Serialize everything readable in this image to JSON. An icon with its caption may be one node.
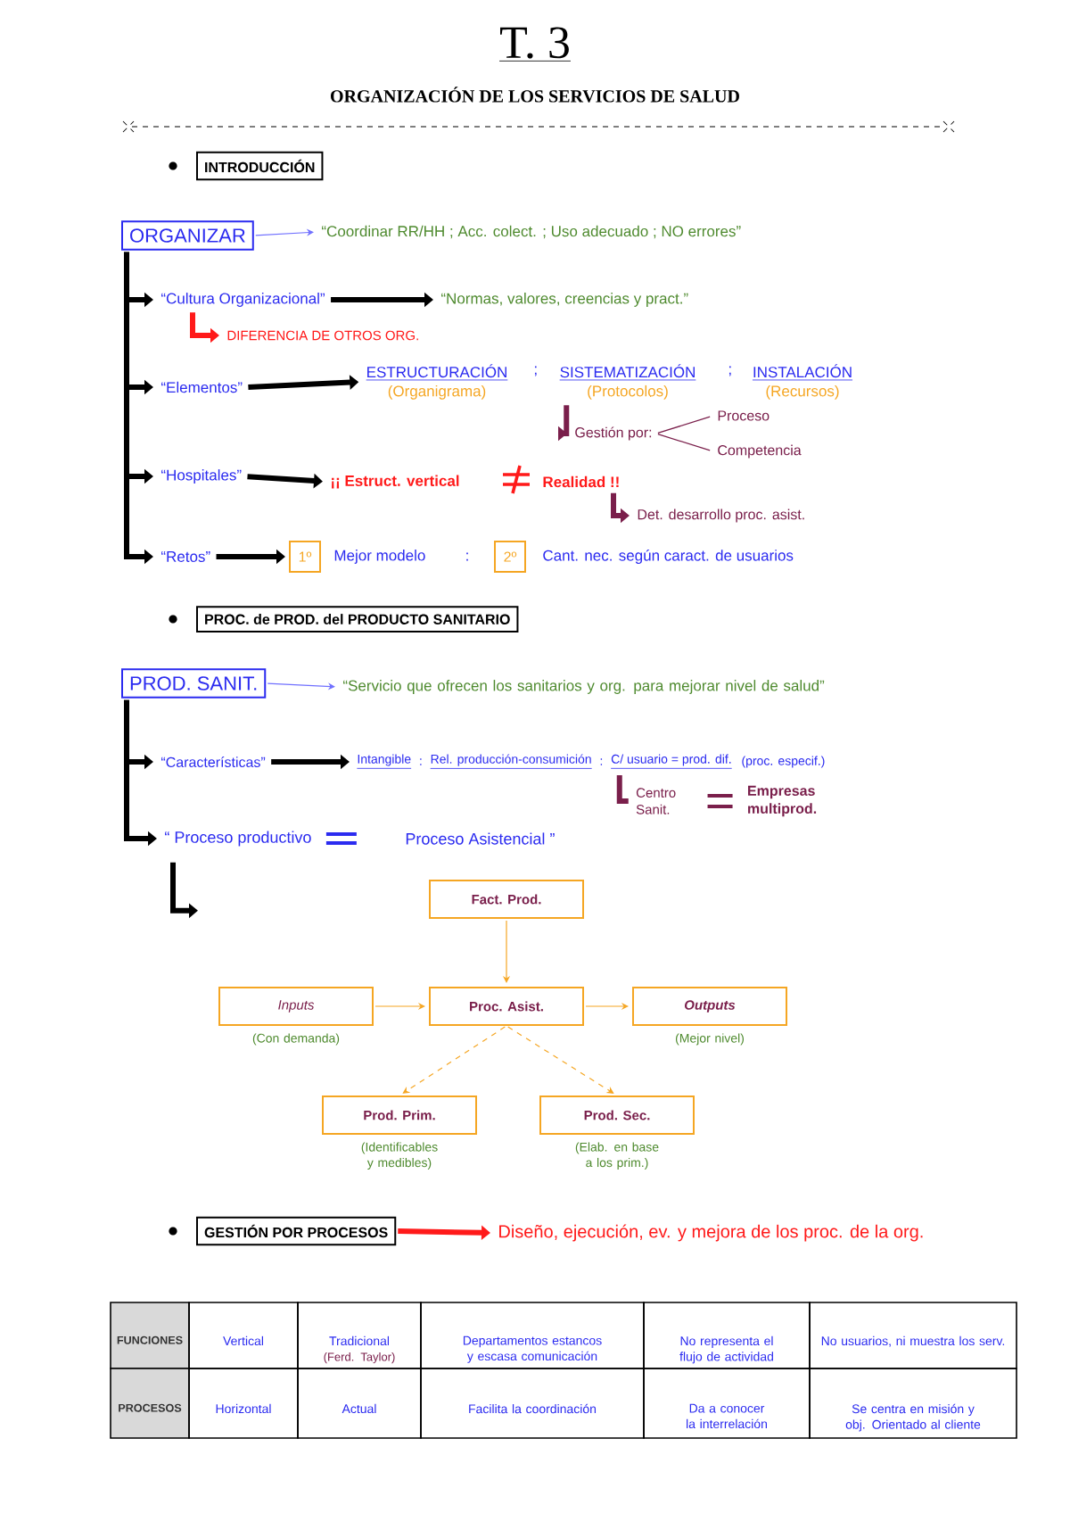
{
  "diagram": {
    "title": "T. 3",
    "nodes": [
      {
        "text": [
          "INTRODUCCIÓN"
        ]
      },
      {
        "text": [
          "ORGANIZAR"
        ]
      },
      {
        "text": [
          "“Coordinar RR/HH  ;  Acc. colect.  ;  Uso adecuado  ;  NO errores”"
        ]
      },
      {
        "text": [
          "“Cultura Organizacional”"
        ]
      },
      {
        "text": [
          "“Normas, valores, creencias y pract.”"
        ]
      },
      {
        "text": [
          "DIFERENCIA DE OTROS ORG."
        ]
      },
      {
        "text": [
          "“Elementos”"
        ]
      },
      {
        "text": [
          "ESTRUCTURACIÓN",
          "(Organigrama)"
        ]
      },
      {
        "text": [
          "SISTEMATIZACIÓN",
          "(Protocolos)"
        ]
      },
      {
        "text": [
          "INSTALACIÓN",
          "(Recursos)"
        ]
      },
      {
        "text": [
          "Gestión por:"
        ]
      },
      {
        "text": [
          "Proceso"
        ]
      },
      {
        "text": [
          "Competencia"
        ]
      },
      {
        "text": [
          "“Hospitales”"
        ]
      },
      {
        "text": [
          "¡¡ Estruct. vertical"
        ]
      },
      {
        "text": [
          "Realidad !!"
        ]
      },
      {
        "text": [
          "Det. desarrollo proc. asist."
        ]
      },
      {
        "text": [
          "“Retos”"
        ]
      },
      {
        "text": [
          "1º"
        ]
      },
      {
        "text": [
          "Mejor modelo"
        ]
      },
      {
        "text": [
          "2º"
        ]
      },
      {
        "text": [
          "Cant. nec. según caract. de usuarios"
        ]
      },
      {
        "text": [
          "PROC. de PROD. del PRODUCTO SANITARIO"
        ]
      },
      {
        "text": [
          "PROD. SANIT."
        ]
      },
      {
        "text": [
          "“Servicio que ofrecen los sanitarios y org. para mejorar nivel de salud”"
        ]
      },
      {
        "text": [
          "“Características”"
        ]
      },
      {
        "text": [
          "Intangible"
        ]
      },
      {
        "text": [
          "Rel. producción-consumición"
        ]
      },
      {
        "text": [
          "C/ usuario = prod. dif."
        ],
        "beside": [
          "(proc. especif.)"
        ]
      },
      {
        "text": [
          "Centro Sanit."
        ]
      },
      {
        "text": [
          "Empresas multiprod."
        ]
      },
      {
        "text": [
          "“ Proceso productivo"
        ]
      },
      {
        "text": [
          "Proceso Asistencial ”"
        ]
      },
      {
        "text": [
          "Fact. Prod."
        ]
      },
      {
        "text": [
          "Inputs"
        ],
        "beside": [
          "(Con demanda)"
        ]
      },
      {
        "text": [
          "Proc. Asist."
        ]
      },
      {
        "text": [
          "Outputs"
        ],
        "beside": [
          "(Mejor nivel)"
        ]
      },
      {
        "text": [
          "Prod. Prim."
        ],
        "beside": [
          "(Identificables y medibles)"
        ]
      },
      {
        "text": [
          "Prod. Sec."
        ],
        "beside": [
          "(Elab. en base a los prim.)"
        ]
      },
      {
        "text": [
          "GESTIÓN POR PROCESOS"
        ]
      },
      {
        "text": [
          "Diseño, ejecución, ev. y mejora de los proc. de la org."
        ]
      }
    ],
    "edges": [
      {
        "from": 1,
        "to": 2,
        "arrow": "to",
        "color": "#7070ff"
      },
      {
        "from": 1,
        "to": 3,
        "arrow": "to"
      },
      {
        "from": 1,
        "to": 6,
        "arrow": "to"
      },
      {
        "from": 1,
        "to": 13,
        "arrow": "to"
      },
      {
        "from": 1,
        "to": 17,
        "arrow": "to"
      },
      {
        "from": 3,
        "to": 4,
        "arrow": "to"
      },
      {
        "from": 3,
        "to": 5,
        "arrow": "to",
        "color": "#ff1a1a"
      },
      {
        "from": 6,
        "to": 7,
        "arrow": "to"
      },
      {
        "from": 8,
        "to": 10,
        "arrow": "to",
        "color": "#7a1f4b"
      },
      {
        "from": 10,
        "to": 11,
        "arrow": "none",
        "color": "#7a1f4b"
      },
      {
        "from": 10,
        "to": 12,
        "arrow": "none",
        "color": "#7a1f4b"
      },
      {
        "from": 13,
        "to": 14,
        "arrow": "to"
      },
      {
        "from": 15,
        "to": 16,
        "arrow": "to",
        "color": "#7a1f4b"
      },
      {
        "from": 17,
        "to": 18,
        "arrow": "to"
      },
      {
        "from": 23,
        "to": 24,
        "arrow": "to",
        "color": "#7070ff"
      },
      {
        "from": 23,
        "to": 25,
        "arrow": "to"
      },
      {
        "from": 23,
        "to": 31,
        "arrow": "to"
      },
      {
        "from": 25,
        "to": 26,
        "arrow": "to"
      },
      {
        "from": 28,
        "to": 29,
        "arrow": "none",
        "color": "#7a1f4b"
      },
      {
        "from": 31,
        "to": null,
        "arrow": "to"
      },
      {
        "from": 33,
        "to": 35,
        "arrow": "to",
        "color": "#f5a623"
      },
      {
        "from": 34,
        "to": 35,
        "arrow": "to",
        "color": "#f5a623"
      },
      {
        "from": 35,
        "to": 36,
        "arrow": "to",
        "color": "#f5a623"
      },
      {
        "from": 35,
        "to": 37,
        "arrow": "to",
        "style": "dashed",
        "color": "#f5a623"
      },
      {
        "from": 35,
        "to": 38,
        "arrow": "to",
        "style": "dashed",
        "color": "#f5a623"
      },
      {
        "from": 39,
        "to": 40,
        "arrow": "to",
        "color": "#ff1a1a"
      }
    ],
    "labels": [
      "ORGANIZACIÓN DE LOS SERVICIOS DE SALUD",
      ";",
      ";",
      ":",
      ":",
      ":",
      "FUNCIONES",
      "Vertical",
      "Tradicional",
      "(Ferd. Taylor)",
      "Departamentos estancos y escasa comunicación",
      "No representa el flujo de actividad",
      "No usuarios, ni muestra los serv.",
      "PROCESOS",
      "Horizontal",
      "Actual",
      "Facilita la coordinación",
      "Da a conocer la interrelación",
      "Se centra en misión y obj. Orientado al cliente"
    ]
  }
}
